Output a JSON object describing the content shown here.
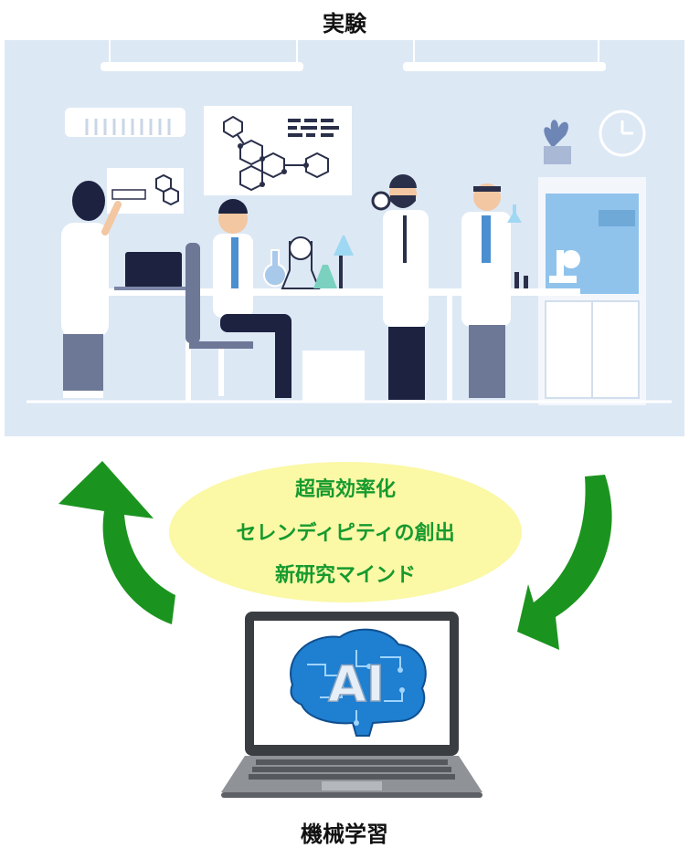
{
  "top_label": "実験",
  "bottom_label": "機械学習",
  "center_lines": [
    "超高効率化",
    "セレンディピティの創出",
    "新研究マインド"
  ],
  "screen_logo": "AI",
  "colors": {
    "lab_bg": "#dde8f5",
    "arrow": "#1b941f",
    "ellipse": "#fbf8a6",
    "ellipse_text": "#169a2e",
    "laptop_body": "#8f9398",
    "brain": "#1f7fd0"
  }
}
